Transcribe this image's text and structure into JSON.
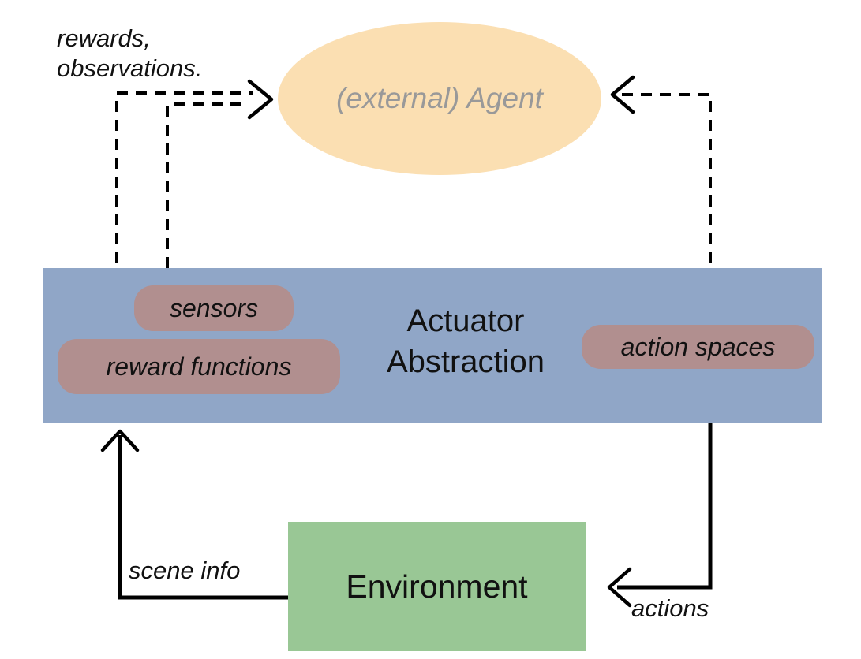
{
  "diagram": {
    "agent": {
      "label": "(external) Agent"
    },
    "band": {
      "title_line1": "Actuator",
      "title_line2": "Abstraction"
    },
    "pills": {
      "sensors": "sensors",
      "reward_functions": "reward functions",
      "action_spaces": "action spaces"
    },
    "environment": {
      "label": "Environment"
    },
    "edge_labels": {
      "rewards_observations_line1": "rewards,",
      "rewards_observations_line2": "observations.",
      "scene_info": "scene info",
      "actions": "actions"
    },
    "colors": {
      "agent_fill": "#fbdfb2",
      "agent_text": "#999999",
      "band_fill": "#90a6c7",
      "pill_fill": "#b18f8f",
      "environment_fill": "#99c795",
      "arrow": "#000000",
      "background": "#ffffff"
    }
  }
}
